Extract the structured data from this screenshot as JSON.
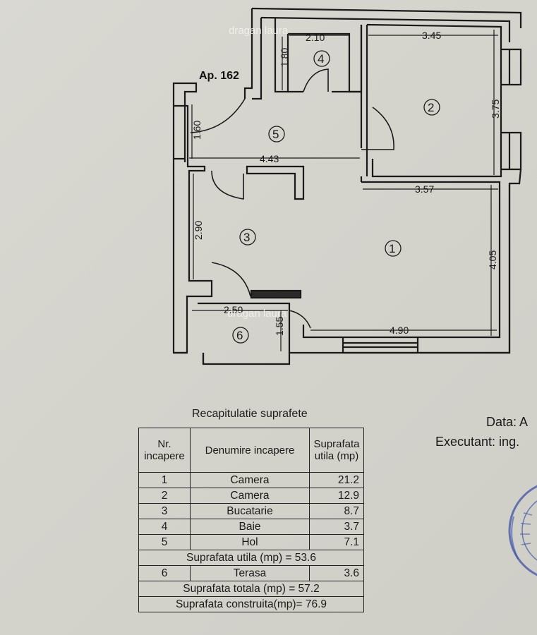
{
  "plan": {
    "apartment_label": "Ap. 162",
    "watermark": "dragan laura",
    "rooms": [
      "1",
      "2",
      "3",
      "4",
      "5",
      "6"
    ],
    "dimensions": {
      "d_210": "2.10",
      "d_180": "1.80",
      "d_345": "3.45",
      "d_375": "3.75",
      "d_160": "1.60",
      "d_443": "4.43",
      "d_357": "3.57",
      "d_290": "2.90",
      "d_405": "4.05",
      "d_250": "2.50",
      "d_155": "1.55",
      "d_490": "4.90"
    }
  },
  "summary": {
    "title": "Recapitulatie suprafete",
    "headers": {
      "nr": "Nr. incapere",
      "name": "Denumire incapere",
      "area": "Suprafata utila (mp)"
    },
    "rows": [
      {
        "nr": "1",
        "name": "Camera",
        "area": "21.2"
      },
      {
        "nr": "2",
        "name": "Camera",
        "area": "12.9"
      },
      {
        "nr": "3",
        "name": "Bucatarie",
        "area": "8.7"
      },
      {
        "nr": "4",
        "name": "Baie",
        "area": "3.7"
      },
      {
        "nr": "5",
        "name": "Hol",
        "area": "7.1"
      }
    ],
    "useful_total": "Suprafata utila (mp) = 53.6",
    "terrace": {
      "nr": "6",
      "name": "Terasa",
      "area": "3.6"
    },
    "total": "Suprafata totala (mp) = 57.2",
    "built": "Suprafata construita(mp)= 76.9"
  },
  "meta": {
    "date_label": "Data: A",
    "executant_label": "Executant: ing."
  }
}
